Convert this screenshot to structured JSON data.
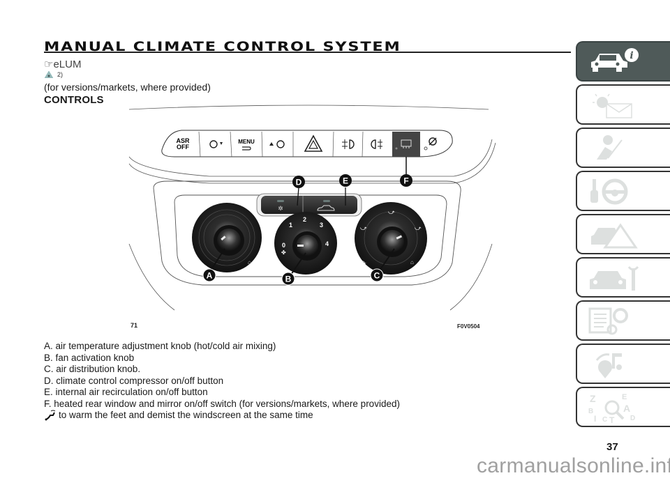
{
  "page": {
    "title": "MANUAL CLIMATE CONTROL SYSTEM",
    "logo_text": "☞eLUM",
    "warning_ref": "2)",
    "intro": "(for versions/markets, where provided)",
    "section_heading": "CONTROLS",
    "page_number": "37",
    "watermark": "carmanualsonline.info"
  },
  "figure": {
    "ref_left": "71",
    "ref_right": "F0V0504",
    "top_buttons": [
      "ASR OFF",
      "headlight-alignment",
      "MENU",
      "lighting-adjust",
      "hazard",
      "front-fog",
      "rear-fog",
      "heated-rear-window",
      "start-stop-off"
    ],
    "asr_label": [
      "ASR",
      "OFF"
    ],
    "menu_label": "MENU",
    "callouts": [
      "A",
      "B",
      "C",
      "D",
      "E",
      "F"
    ],
    "fan_scale": [
      "0",
      "1",
      "2",
      "3",
      "4"
    ]
  },
  "legend": [
    "A. air temperature adjustment knob (hot/cold air mixing)",
    "B. fan activation knob",
    "C. air distribution knob.",
    "D. climate control compressor on/off button",
    "E. internal air recirculation on/off button",
    "F. heated rear window and mirror on/off switch (for versions/markets, where provided)"
  ],
  "legend_note": "to warm the feet and demist the windscreen at the same time",
  "sidebar": {
    "tabs": [
      {
        "name": "knowing-your-vehicle",
        "active": true
      },
      {
        "name": "warning-lights-messages",
        "active": false
      },
      {
        "name": "safety",
        "active": false
      },
      {
        "name": "starting-driving",
        "active": false
      },
      {
        "name": "in-an-emergency",
        "active": false
      },
      {
        "name": "servicing-maintenance",
        "active": false
      },
      {
        "name": "technical-data",
        "active": false
      },
      {
        "name": "multimedia",
        "active": false
      },
      {
        "name": "index",
        "active": false
      }
    ],
    "colors": {
      "active_bg": "#4f5a59",
      "icon_inactive": "#d9dddc"
    }
  }
}
